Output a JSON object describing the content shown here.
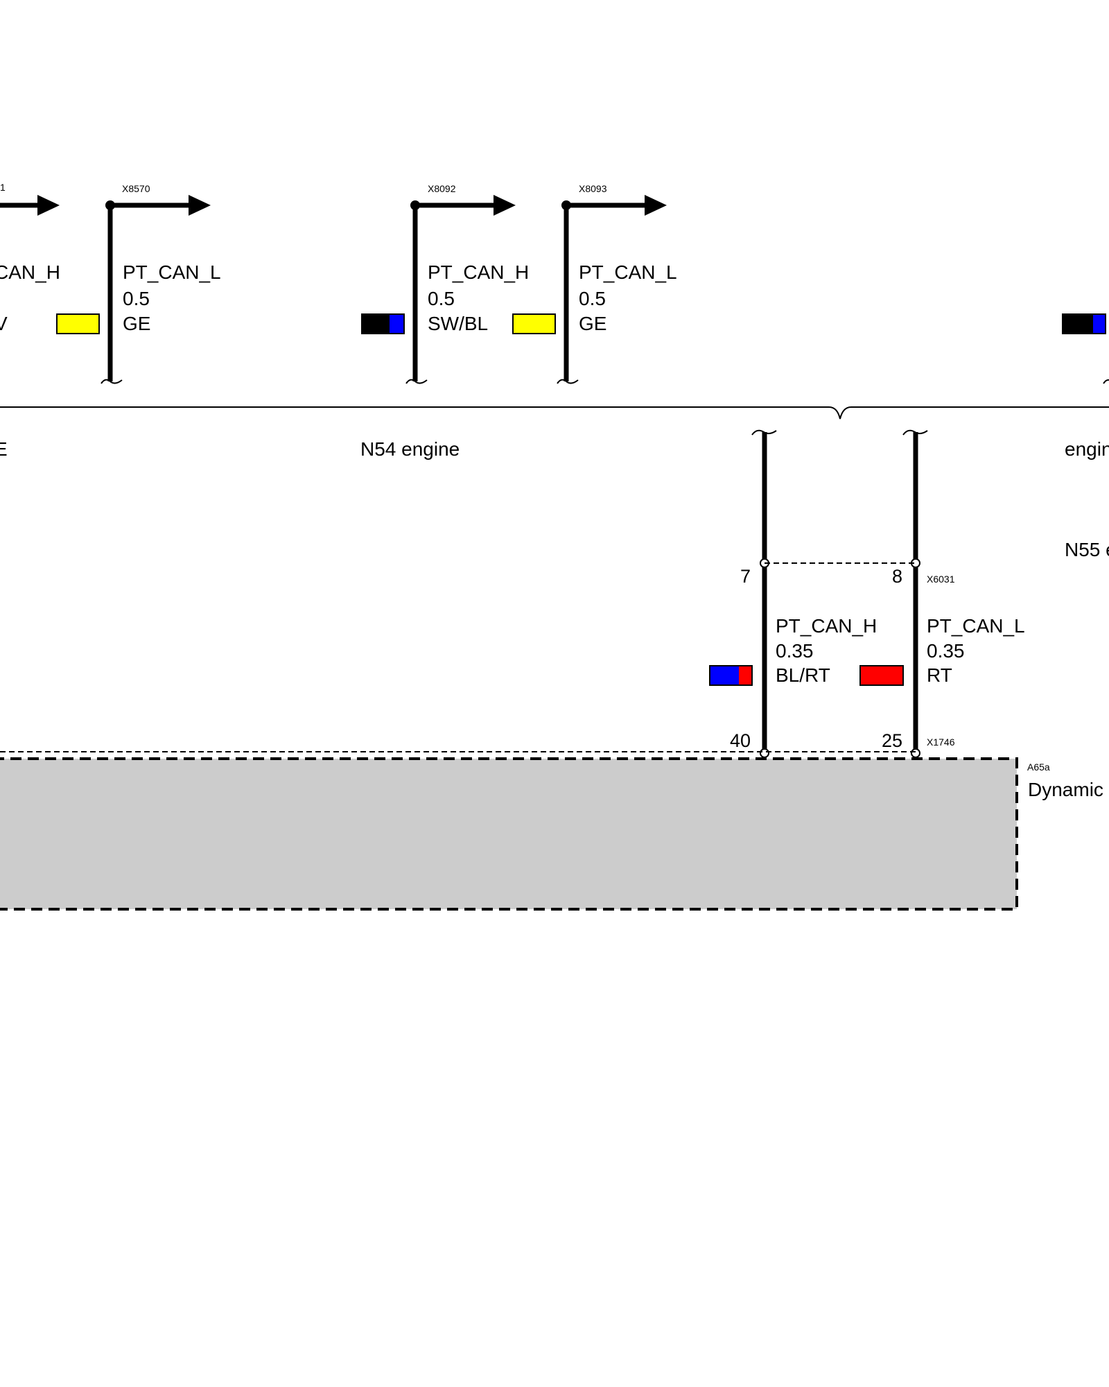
{
  "wires_top": [
    {
      "id": "x8570",
      "connector": "X8570",
      "signal": "PT_CAN_L",
      "gauge": "0.5",
      "color_code": "GE",
      "swatch": [
        "#ffff00"
      ]
    },
    {
      "id": "x8092",
      "connector": "X8092",
      "signal": "PT_CAN_H",
      "gauge": "0.5",
      "color_code": "SW/BL",
      "swatch": [
        "#000000",
        "#0000ff"
      ]
    },
    {
      "id": "x8093",
      "connector": "X8093",
      "signal": "PT_CAN_L",
      "gauge": "0.5",
      "color_code": "GE",
      "swatch": [
        "#ffff00"
      ]
    }
  ],
  "partial_left": {
    "signal": "PT_CAN_H",
    "color_code_fragment": "V",
    "connector_fragment": "1"
  },
  "engine_labels": {
    "left_fragment": "E",
    "n54": "N54 engine",
    "right_fragment": "engin",
    "n55_fragment": "N55 e"
  },
  "wires_lower": [
    {
      "id": "can-h",
      "signal": "PT_CAN_H",
      "gauge": "0.35",
      "color_code": "BL/RT",
      "swatch": [
        "#0000ff",
        "#ff0000"
      ],
      "pin_top": "7",
      "pin_bottom": "40"
    },
    {
      "id": "can-l",
      "signal": "PT_CAN_L",
      "gauge": "0.35",
      "color_code": "RT",
      "swatch": [
        "#ff0000"
      ],
      "pin_top": "8",
      "pin_bottom": "25"
    }
  ],
  "connectors": {
    "upper": "X6031",
    "lower": "X1746"
  },
  "module": {
    "id": "A65a",
    "name": "Dynamic",
    "fill": "#cccccc"
  },
  "colors": {
    "wire": "#000000",
    "yellow": "#ffff00",
    "blue": "#0000ff",
    "red": "#ff0000",
    "black": "#000000",
    "module_fill": "#cccccc"
  }
}
